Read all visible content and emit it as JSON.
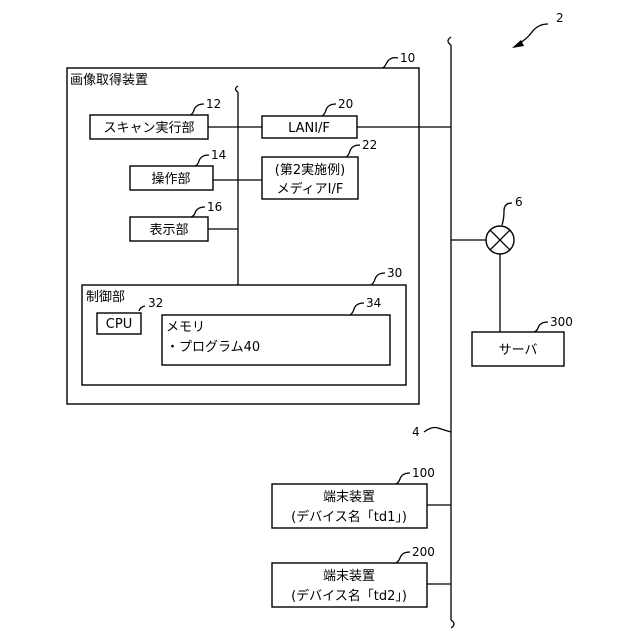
{
  "refs": {
    "system": "2",
    "network": "4",
    "router": "6",
    "device": "10",
    "scan_unit": "12",
    "operation_unit": "14",
    "display_unit": "16",
    "lan_if": "20",
    "media_if": "22",
    "control_unit": "30",
    "cpu": "32",
    "memory": "34",
    "terminal1": "100",
    "terminal2": "200",
    "server": "300"
  },
  "labels": {
    "device": "画像取得装置",
    "scan_unit": "スキャン実行部",
    "operation_unit": "操作部",
    "display_unit": "表示部",
    "lan_if": "LANI/F",
    "media_if_line1": "(第2実施例)",
    "media_if_line2": "メディアI/F",
    "control_unit": "制御部",
    "cpu": "CPU",
    "memory_line1": "メモリ",
    "memory_line2": "・プログラム40",
    "server": "サーバ",
    "terminal1_line1": "端末装置",
    "terminal1_line2": "(デバイス名「td1」)",
    "terminal2_line1": "端末装置",
    "terminal2_line2": "(デバイス名「td2」)"
  }
}
